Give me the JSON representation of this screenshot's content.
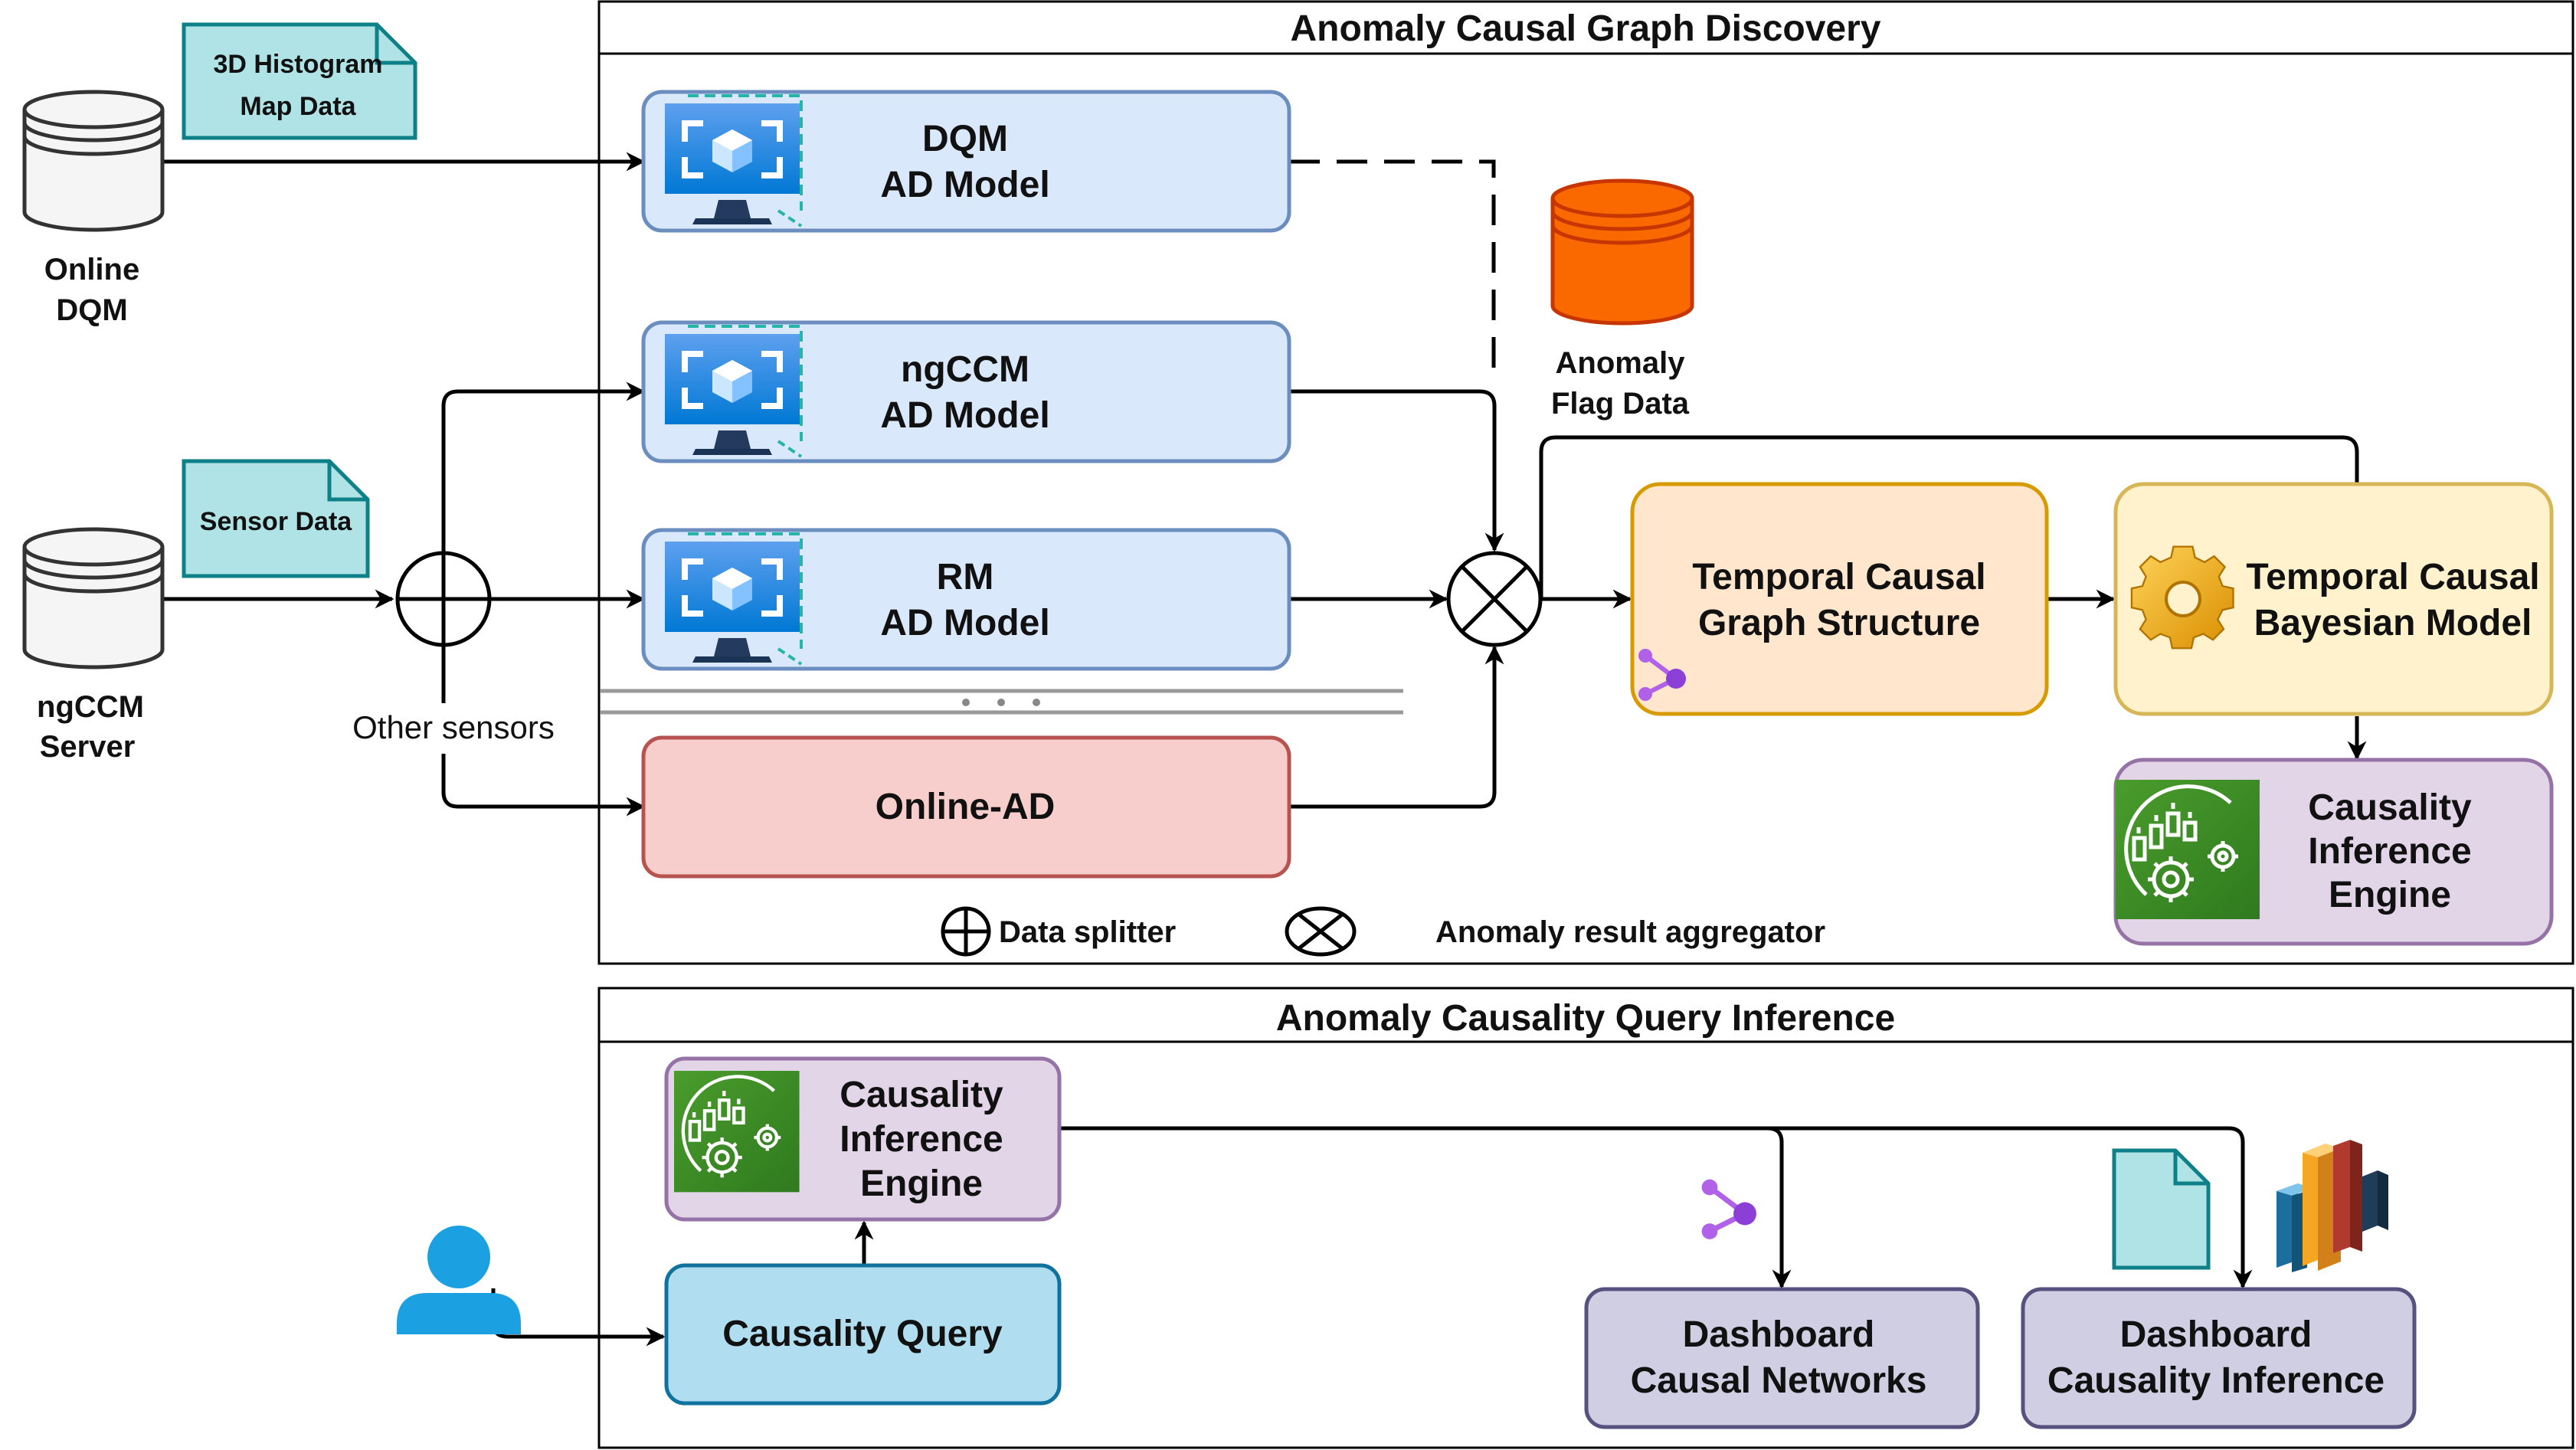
{
  "panels": {
    "discovery_title": "Anomaly Causal Graph Discovery",
    "query_title": "Anomaly Causality Query Inference"
  },
  "sources": {
    "online_dqm": [
      "Online",
      "DQM"
    ],
    "ngccm_server": [
      "ngCCM",
      "Server"
    ],
    "histogram_note": [
      "3D Histogram",
      "Map Data"
    ],
    "sensor_note": "Sensor Data",
    "other_sensors": "Other sensors"
  },
  "models": {
    "dqm": [
      "DQM",
      "AD Model"
    ],
    "ngccm": [
      "ngCCM",
      "AD Model"
    ],
    "rm": [
      "RM",
      "AD Model"
    ],
    "online_ad": "Online-AD"
  },
  "store": {
    "anomaly_flag": [
      "Anomaly",
      "Flag Data"
    ]
  },
  "pipeline": {
    "graph_structure": [
      "Temporal Causal",
      "Graph Structure"
    ],
    "bayesian_model": [
      "Temporal Causal",
      "Bayesian Model"
    ],
    "inference_engine": [
      "Causality",
      "Inference",
      "Engine"
    ]
  },
  "legend": {
    "splitter": "Data splitter",
    "aggregator": "Anomaly result aggregator"
  },
  "query": {
    "engine": [
      "Causality",
      "Inference",
      "Engine"
    ],
    "causality_query": "Causality Query",
    "dash_networks": [
      "Dashboard",
      "Causal Networks"
    ],
    "dash_inference": [
      "Dashboard",
      "Causality Inference"
    ]
  },
  "colors": {
    "model_fill": "#dae8fc",
    "model_stroke": "#6c8ebf",
    "online_ad_fill": "#f8cecc",
    "online_ad_stroke": "#b85450",
    "graph_fill": "#ffe6cc",
    "graph_stroke": "#d79b00",
    "bayes_fill": "#fff2cc",
    "bayes_stroke": "#d6b656",
    "engine_fill": "#e1d5e7",
    "engine_stroke": "#9673a6",
    "query_fill": "#b1ddf0",
    "query_stroke": "#10739e",
    "dash_fill": "#d0cee2",
    "dash_stroke": "#56517e",
    "note_fill": "#b0e3e6",
    "note_stroke": "#0e8088",
    "db_orange": "#fa6800"
  }
}
